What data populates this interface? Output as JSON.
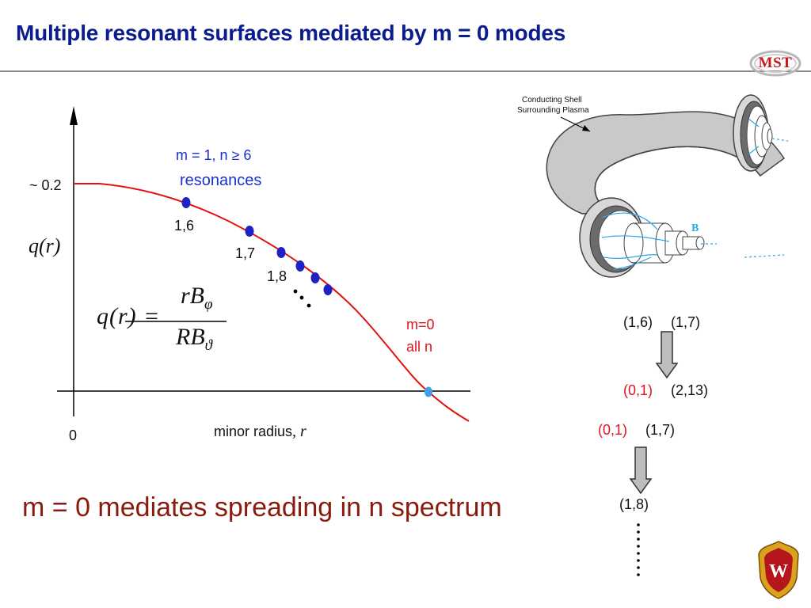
{
  "title": "Multiple resonant surfaces mediated by m = 0 modes",
  "logo_text": "MST",
  "plot": {
    "y_tick": "~ 0.2",
    "y_label": "q(r)",
    "x_origin": "0",
    "x_label": "minor radius",
    "x_label_var": ", r",
    "resonance_line1": "m = 1, n ≥ 6",
    "resonance_line2": "resonances",
    "point_labels": [
      "1,6",
      "1,7",
      "1,8"
    ],
    "m0_line1": "m=0",
    "m0_line2": "all n",
    "formula": {
      "lhs": "q(r) =",
      "numerator": "rB",
      "numerator_sub": "φ",
      "denominator": "RB",
      "denominator_sub": "ϑ"
    },
    "colors": {
      "curve": "#e3120b",
      "dots": "#1e22c6",
      "m0_dot": "#3ea0ee"
    }
  },
  "torus": {
    "shell_label_line1": "Conducting Shell",
    "shell_label_line2": "Surrounding Plasma",
    "field_label": "B"
  },
  "cascade": {
    "row1_a": "(1,6)",
    "row1_b": "(1,7)",
    "row2_a": "(0,1)",
    "row2_b": "(2,13)",
    "row3_a": "(0,1)",
    "row3_b": "(1,7)",
    "row4": "(1,8)"
  },
  "bottom_statement": "m = 0 mediates spreading in n spectrum",
  "crest_icon": "university-crest-icon"
}
